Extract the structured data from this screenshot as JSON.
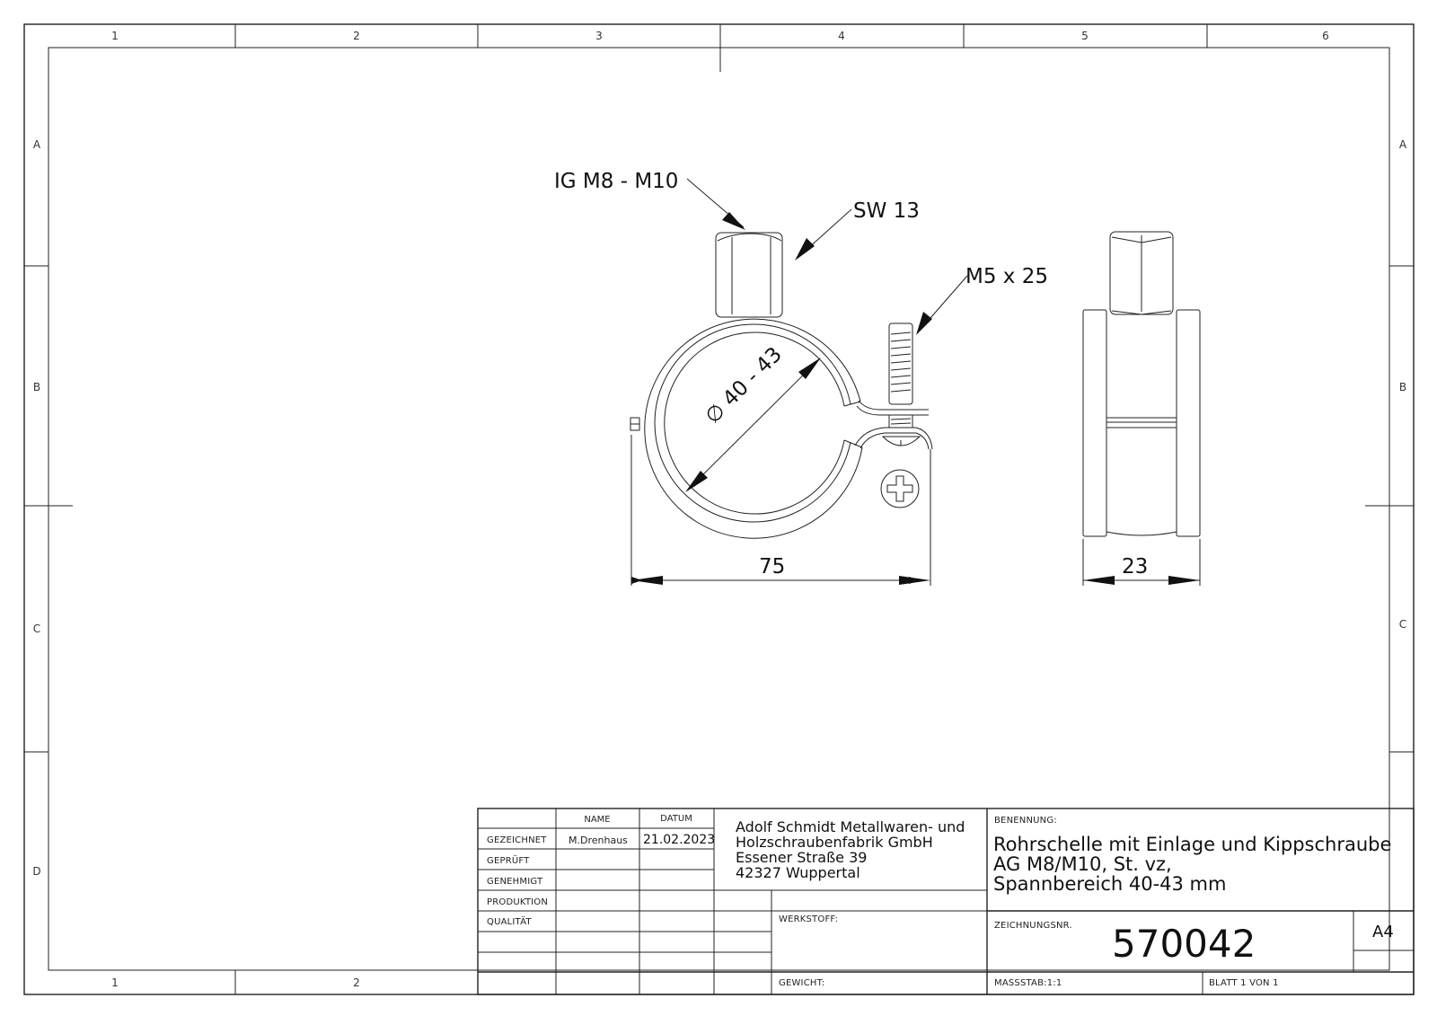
{
  "frame": {
    "column_zones": [
      "1",
      "2",
      "3",
      "4",
      "5",
      "6"
    ],
    "row_zones": [
      "A",
      "B",
      "C",
      "D"
    ]
  },
  "drawing": {
    "annotations": {
      "thread": "IG M8 - M10",
      "wrench_size": "SW 13",
      "screw": "M5 x 25"
    },
    "dimensions": {
      "diameter": "∅ 40 - 43",
      "width_front": "75",
      "width_side": "23"
    }
  },
  "title_block": {
    "headers": {
      "name": "NAME",
      "date": "DATUM"
    },
    "rows": [
      {
        "label": "GEZEICHNET",
        "name": "M.Drenhaus",
        "date": "21.02.2023"
      },
      {
        "label": "GEPRÜFT",
        "name": "",
        "date": ""
      },
      {
        "label": "GENEHMIGT",
        "name": "",
        "date": ""
      },
      {
        "label": "PRODUKTION",
        "name": "",
        "date": ""
      },
      {
        "label": "QUALITÄT",
        "name": "",
        "date": ""
      }
    ],
    "company": {
      "line1": "Adolf Schmidt Metallwaren- und",
      "line2": "Holzschraubenfabrik GmbH",
      "line3": "Essener Straße 39",
      "line4": "42327 Wuppertal"
    },
    "designation_label": "BENENNUNG:",
    "designation": {
      "line1": "Rohrschelle mit Einlage und Kippschraube",
      "line2": "AG M8/M10, St. vz,",
      "line3": "Spannbereich 40-43 mm"
    },
    "material_label": "WERKSTOFF:",
    "weight_label": "GEWICHT:",
    "drawing_number_label": "ZEICHNUNGSNR.",
    "drawing_number": "570042",
    "sheet_size": "A4",
    "scale": "MASSSTAB:1:1",
    "sheet": "BLATT 1 VON 1"
  }
}
